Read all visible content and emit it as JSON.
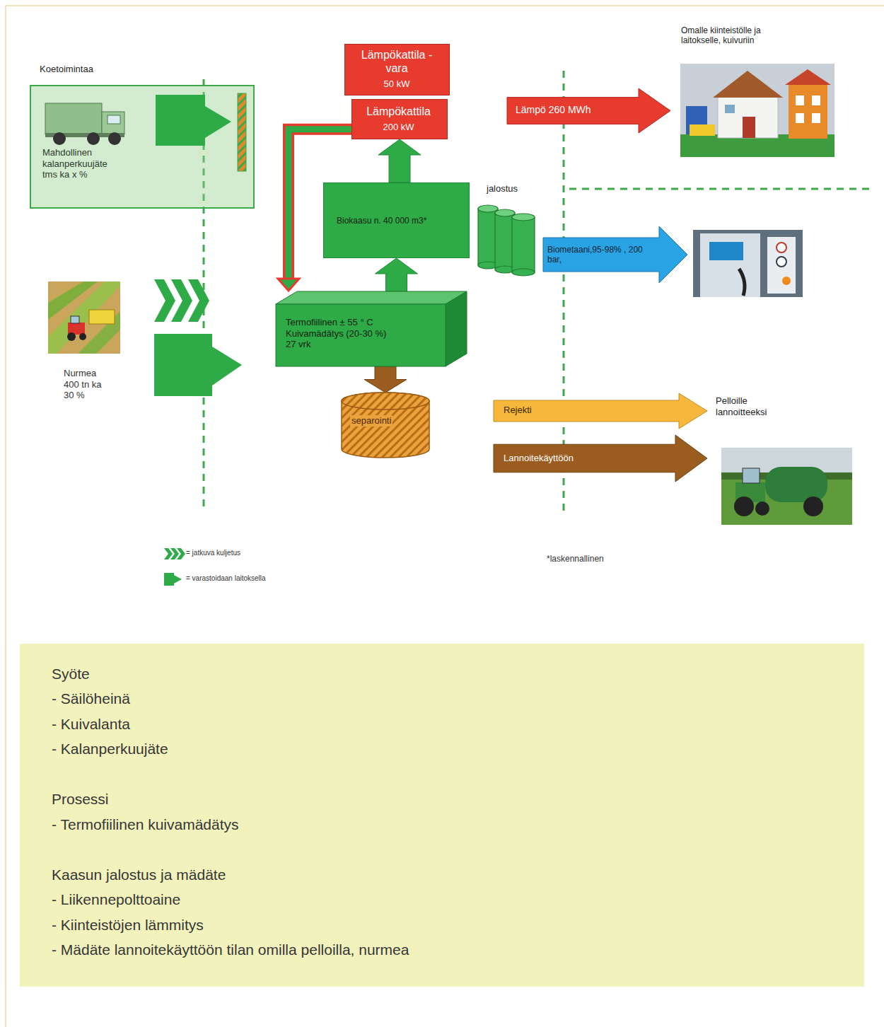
{
  "diagram": {
    "nodes": [
      {
        "text": [
          "Koetoimintaa",
          "Mahdollinen kalanperkuujäte tms ka x %"
        ]
      },
      {
        "text": [
          "Lämpökattila - vara",
          "50 kW"
        ]
      },
      {
        "text": [
          "Lämpökattila",
          "200 kW"
        ]
      },
      {
        "text": [
          "Lämpö 260 MWh"
        ]
      },
      {
        "text": [
          "Biokaasu n. 40 000 m3*"
        ]
      },
      {
        "text": [
          "Biometaani,95-98% , 200 bar,"
        ]
      },
      {
        "text": [
          "Termofiilinen ± 55 ° C Kuivamädätys (20-30 %) 27 vrk"
        ]
      },
      {
        "text": [
          "separointi"
        ]
      },
      {
        "text": [
          "Rejekti"
        ]
      },
      {
        "text": [
          "Lannoitekäyttöön"
        ]
      },
      {
        "text": [
          "Syöte",
          "- Säilöheinä",
          "- Kuivalanta",
          "- Kalanperkuujäte",
          "Prosessi",
          "- Termofiilinen kuivamädätys",
          "Kaasun jalostus ja mädäte",
          "- Liikennepolttoaine",
          "- Kiinteistöjen lämmitys",
          "- Mädäte lannoitekäyttöön tilan omilla pelloilla, nurmea"
        ]
      }
    ],
    "edges": [
      {
        "from": 6,
        "to": 4,
        "arrow": "to"
      },
      {
        "from": 4,
        "to": 2,
        "arrow": "to"
      },
      {
        "from": 6,
        "to": 7,
        "arrow": "to"
      },
      {
        "from": 2,
        "to": 6,
        "arrow": "to"
      }
    ],
    "labels": [
      "Omalle kiinteistölle ja laitokselle, kuivuriin",
      "jalostus",
      "Nurmea 400 tn ka 30 %",
      "Pelloille lannoitteeksi",
      "*laskennallinen"
    ],
    "legend": [
      {
        "text": "= jatkuva kuljetus"
      },
      {
        "text": "= varastoidaan laitoksella"
      }
    ]
  }
}
